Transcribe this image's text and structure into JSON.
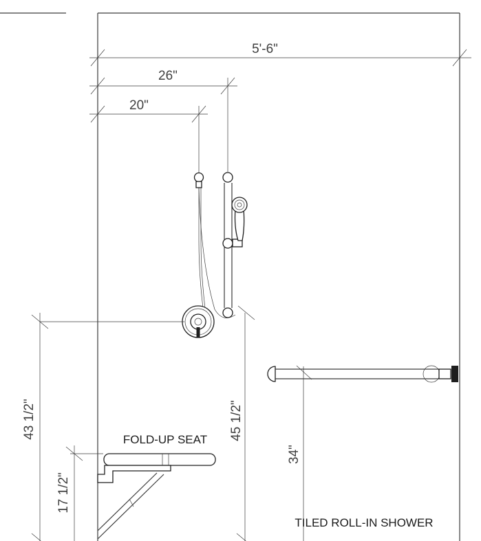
{
  "dimensions": {
    "overall_width": "5'-6\"",
    "grab_bar_offset": "26\"",
    "hand_shower_offset": "20\"",
    "valve_height": "43 1/2\"",
    "slide_bar_bottom_height": "45 1/2\"",
    "seat_height": "17 1/2\"",
    "horizontal_grab_bar_height": "34\""
  },
  "labels": {
    "seat": "FOLD-UP SEAT",
    "shower": "TILED ROLL-IN SHOWER"
  }
}
